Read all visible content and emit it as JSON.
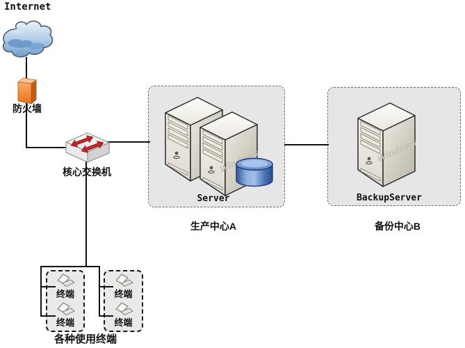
{
  "diagram": {
    "internet_label": "Internet",
    "firewall_label": "防火墙",
    "switch_label": "核心交换机",
    "windows_text": "Windows",
    "production_center": {
      "title": "生产中心A",
      "device_label": "Server"
    },
    "backup_center": {
      "title": "备份中心B",
      "device_label": "BackupServer"
    },
    "terminals": {
      "caption": "各种使用终端",
      "items": [
        "终端",
        "终端",
        "终端",
        "终端"
      ]
    },
    "colors": {
      "connector": "#111111",
      "region_fill": "#e6e6e6",
      "firewall_orange": "#ee7d23",
      "switch_arrow_red": "#c32222",
      "database_blue": "#35599c",
      "cloud_blue": "#7fa8d4"
    }
  }
}
